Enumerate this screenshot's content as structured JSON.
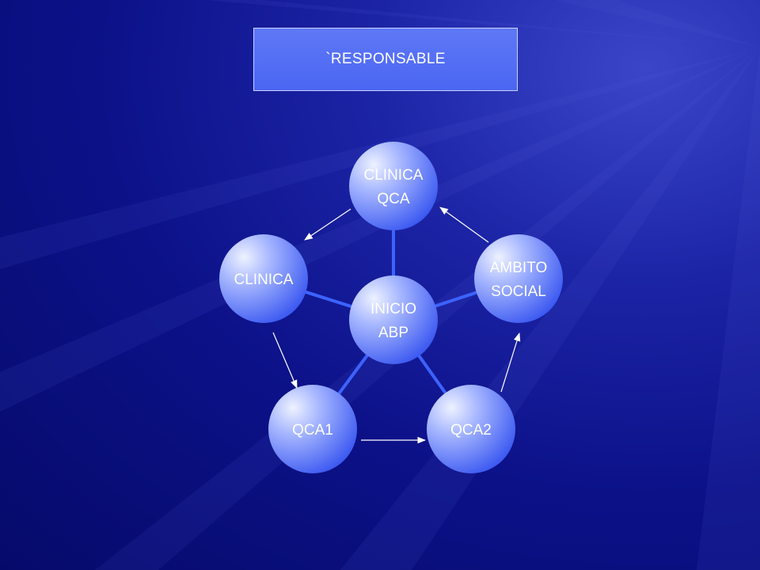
{
  "title": "`RESPONSABLE",
  "center": {
    "lines": [
      "INICIO",
      "ABP"
    ]
  },
  "nodes": [
    {
      "id": "clinica-qca",
      "lines": [
        "CLINICA",
        "QCA"
      ]
    },
    {
      "id": "ambito-social",
      "lines": [
        "AMBITO",
        "SOCIAL"
      ]
    },
    {
      "id": "qca2",
      "lines": [
        "QCA2"
      ]
    },
    {
      "id": "qca1",
      "lines": [
        "QCA1"
      ]
    },
    {
      "id": "clinica",
      "lines": [
        "CLINICA"
      ]
    }
  ],
  "colors": {
    "node_light": "#e9eeff",
    "node_dark": "#3553f0",
    "spoke": "#3c63ff",
    "arrow": "#ffffff"
  }
}
